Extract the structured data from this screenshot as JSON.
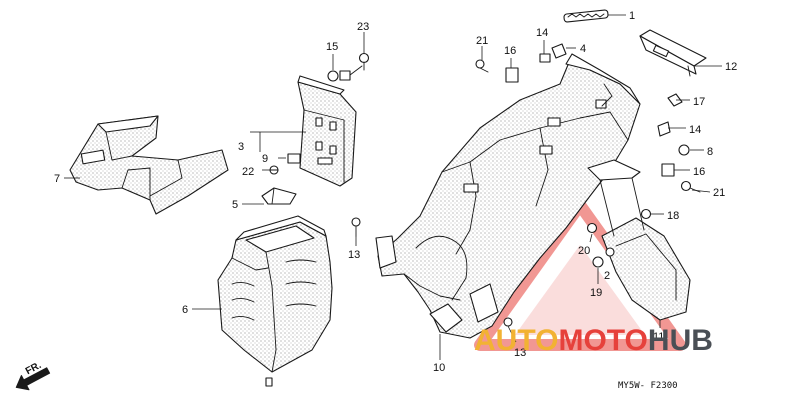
{
  "diagram": {
    "code": "MY5W- F2300",
    "direction_label": "FR.",
    "callouts": [
      {
        "id": "c1",
        "label": "1"
      },
      {
        "id": "c2",
        "label": "2"
      },
      {
        "id": "c3",
        "label": "3"
      },
      {
        "id": "c4",
        "label": "4"
      },
      {
        "id": "c5",
        "label": "5"
      },
      {
        "id": "c6",
        "label": "6"
      },
      {
        "id": "c7",
        "label": "7"
      },
      {
        "id": "c8",
        "label": "8"
      },
      {
        "id": "c9",
        "label": "9"
      },
      {
        "id": "c10",
        "label": "10"
      },
      {
        "id": "c11",
        "label": "11"
      },
      {
        "id": "c12",
        "label": "12"
      },
      {
        "id": "c13a",
        "label": "13"
      },
      {
        "id": "c13b",
        "label": "13"
      },
      {
        "id": "c14a",
        "label": "14"
      },
      {
        "id": "c14b",
        "label": "14"
      },
      {
        "id": "c15",
        "label": "15"
      },
      {
        "id": "c16a",
        "label": "16"
      },
      {
        "id": "c16b",
        "label": "16"
      },
      {
        "id": "c17",
        "label": "17"
      },
      {
        "id": "c18",
        "label": "18"
      },
      {
        "id": "c19",
        "label": "19"
      },
      {
        "id": "c20",
        "label": "20"
      },
      {
        "id": "c21a",
        "label": "21"
      },
      {
        "id": "c21b",
        "label": "21"
      },
      {
        "id": "c22",
        "label": "22"
      },
      {
        "id": "c23",
        "label": "23"
      }
    ]
  },
  "watermark": {
    "part1": "AUTO",
    "part2": "MOTO",
    "part3": "HUB",
    "colors": {
      "auto": "#f2b233",
      "moto": "#e6413b",
      "hub": "#4a4f55",
      "triangle": "#e6413b"
    }
  }
}
